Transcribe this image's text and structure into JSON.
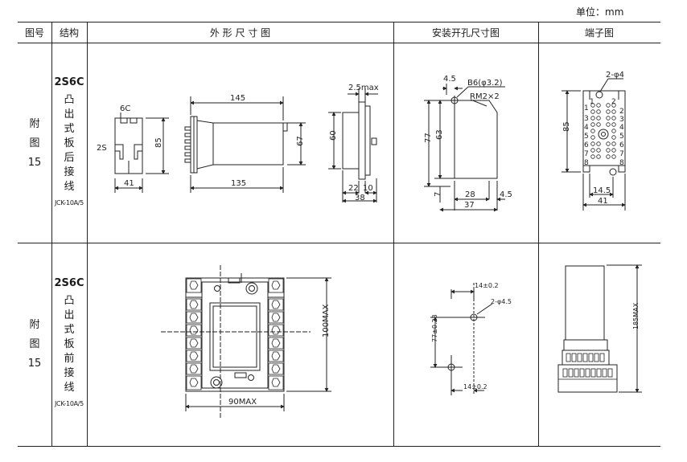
{
  "unit_label": "单位：mm",
  "headers": [
    "图号",
    "结构",
    "外 形 尺 寸 图",
    "安装开孔尺寸图",
    "端子图"
  ],
  "rows": [
    {
      "fig_no": [
        "附",
        "图",
        "15"
      ],
      "code": "2S6C",
      "struct_chars": [
        "凸",
        "出",
        "式",
        "板",
        "后",
        "接",
        "线"
      ],
      "model": "JCK-10A/5"
    },
    {
      "fig_no": [
        "附",
        "图",
        "15"
      ],
      "code": "2S6C",
      "struct_chars": [
        "凸",
        "出",
        "式",
        "板",
        "前",
        "接",
        "线"
      ],
      "model": "JCK-10A/5"
    }
  ],
  "dims_row1": {
    "side_a": [
      "6C",
      "2S",
      "85",
      "41"
    ],
    "front": [
      "145",
      "67",
      "135"
    ],
    "side_b": [
      "2.5max",
      "60",
      "22",
      "10",
      "38"
    ],
    "mount": [
      "4.5",
      "B6(φ3.2)",
      "RM2×2",
      "77",
      "63",
      "7",
      "28",
      "4.5",
      "37"
    ],
    "terminal": [
      "2-φ4",
      "1",
      "2",
      "85",
      "14.5",
      "41"
    ],
    "terminal_numbers": [
      "1",
      "2",
      "3",
      "4",
      "5",
      "6",
      "7",
      "8"
    ]
  },
  "dims_row2": {
    "front": [
      "100MAX",
      "90MAX"
    ],
    "mount": [
      "14±0.2",
      "2-φ4.5",
      "77±0.23",
      "14±0.2"
    ],
    "terminal": [
      "185MAX"
    ]
  }
}
